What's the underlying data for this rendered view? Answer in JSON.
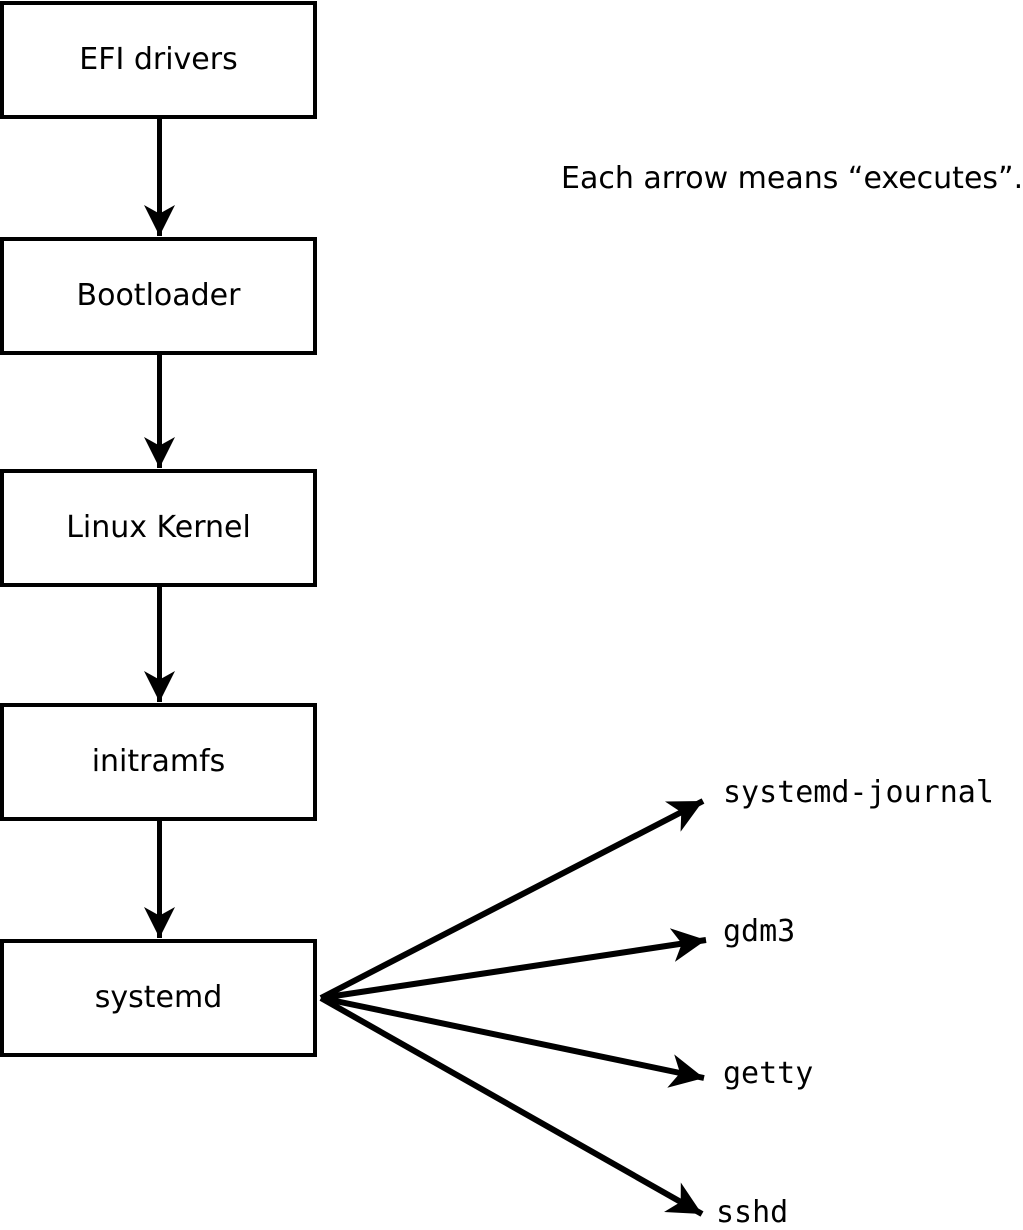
{
  "note": "Each arrow means “executes”.",
  "flow": {
    "boxes": [
      {
        "label": "EFI drivers"
      },
      {
        "label": "Bootloader"
      },
      {
        "label": "Linux Kernel"
      },
      {
        "label": "initramfs"
      },
      {
        "label": "systemd"
      }
    ]
  },
  "fanout": {
    "source": "systemd",
    "targets": [
      {
        "label": "systemd-journal"
      },
      {
        "label": "gdm3"
      },
      {
        "label": "getty"
      },
      {
        "label": "sshd"
      }
    ]
  },
  "colors": {
    "stroke": "#000000",
    "background": "#ffffff"
  }
}
